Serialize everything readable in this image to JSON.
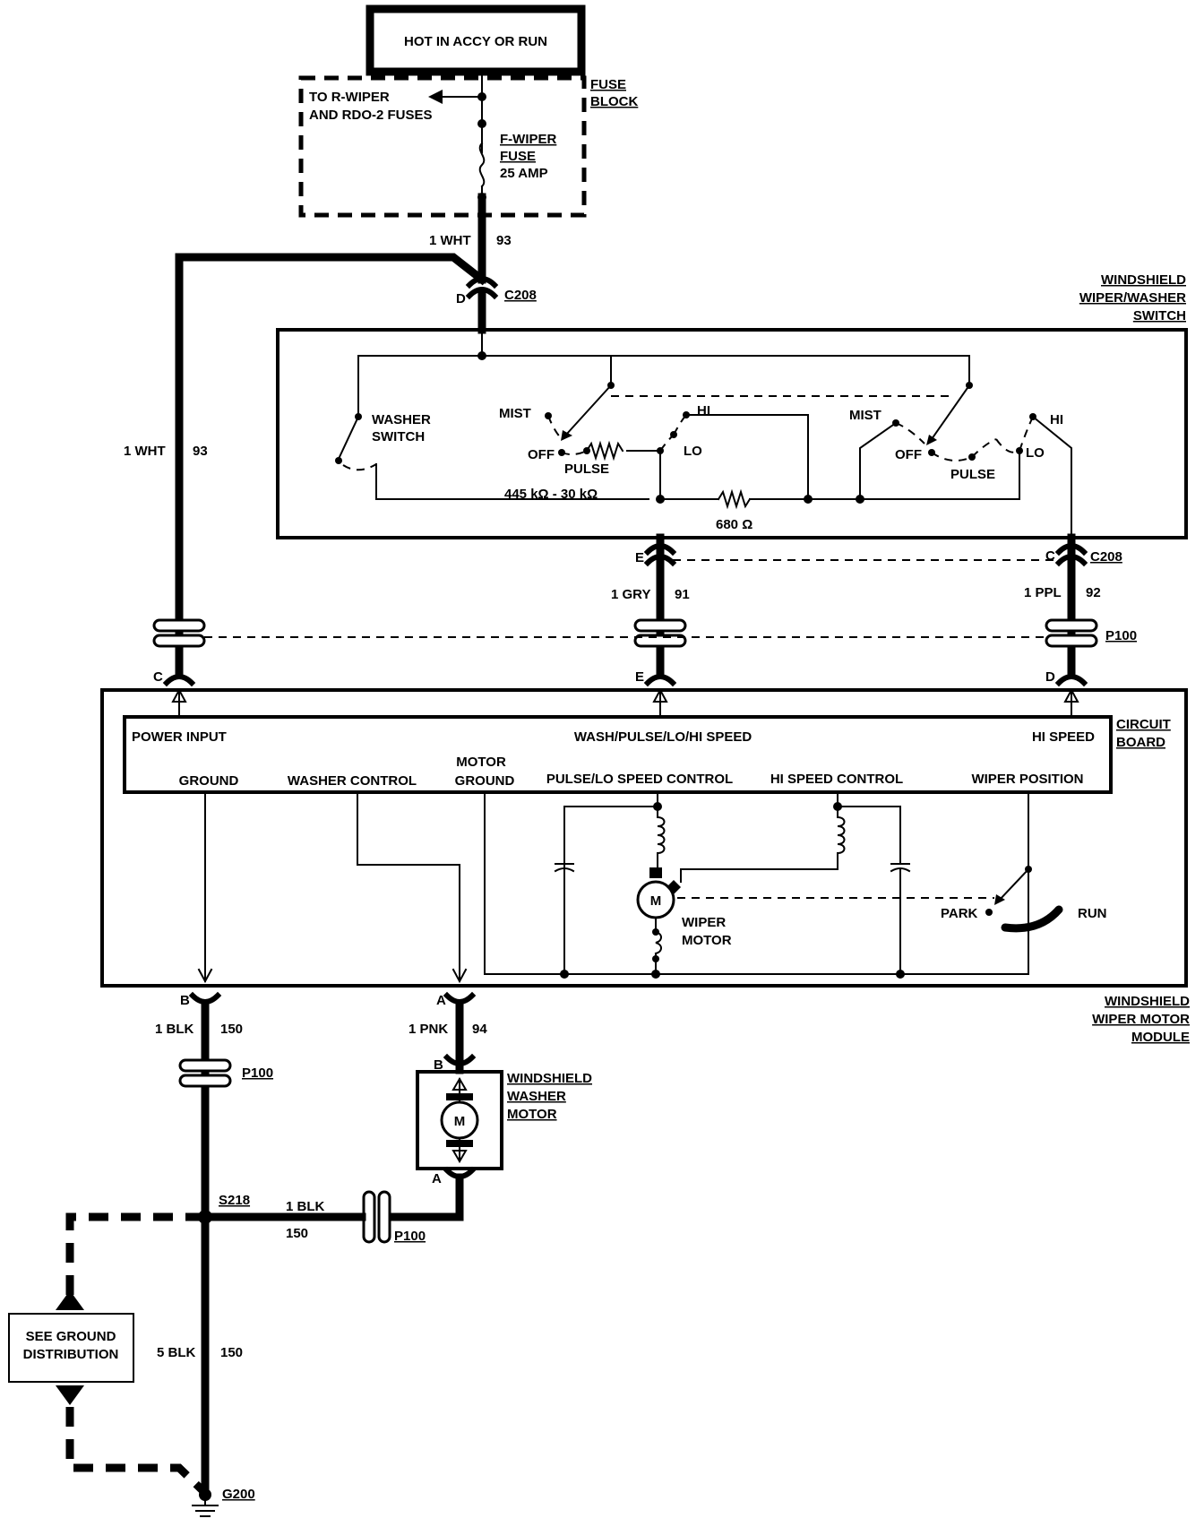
{
  "power": {
    "label": "HOT IN ACCY OR RUN"
  },
  "fuse_block": {
    "title_l1": "FUSE",
    "title_l2": "BLOCK",
    "to_fuses_l1": "TO R-WIPER",
    "to_fuses_l2": "AND RDO-2 FUSES",
    "fuse_l1": "F-WIPER",
    "fuse_l2": "FUSE",
    "fuse_l3": "25 AMP"
  },
  "wires": {
    "w93_size": "1 WHT",
    "w93_num": "93",
    "w91_size": "1 GRY",
    "w91_num": "91",
    "w92_size": "1 PPL",
    "w92_num": "92",
    "w150_size": "1 BLK",
    "w150_num": "150",
    "w94_size": "1 PNK",
    "w94_num": "94",
    "w150b_size": "1 BLK",
    "w150b_num": "150",
    "w150c_size": "5 BLK",
    "w150c_num": "150"
  },
  "connectors": {
    "c208": "C208",
    "p100": "P100",
    "s218": "S218",
    "g200": "G200",
    "pin_d": "D",
    "pin_e": "E",
    "pin_c": "C",
    "pin_b": "B",
    "pin_a": "A"
  },
  "switch": {
    "title_l1": "WINDSHIELD",
    "title_l2": "WIPER/WASHER",
    "title_l3": "SWITCH",
    "washer_l1": "WASHER",
    "washer_l2": "SWITCH",
    "mist": "MIST",
    "off": "OFF",
    "pulse": "PULSE",
    "lo": "LO",
    "hi": "HI",
    "resistor1": "445 kΩ - 30 kΩ",
    "resistor2": "680 Ω"
  },
  "module": {
    "title_l1": "WINDSHIELD",
    "title_l2": "WIPER MOTOR",
    "title_l3": "MODULE",
    "board_l1": "CIRCUIT",
    "board_l2": "BOARD",
    "power_input": "POWER INPUT",
    "wash_pulse": "WASH/PULSE/LO/HI SPEED",
    "hi_speed": "HI SPEED",
    "ground": "GROUND",
    "washer_control": "WASHER CONTROL",
    "motor_ground_l1": "MOTOR",
    "motor_ground_l2": "GROUND",
    "pulse_lo": "PULSE/LO SPEED CONTROL",
    "hi_speed_control": "HI SPEED CONTROL",
    "wiper_position": "WIPER POSITION",
    "motor_symbol": "M",
    "wiper_motor_l1": "WIPER",
    "wiper_motor_l2": "MOTOR",
    "park": "PARK",
    "run": "RUN"
  },
  "washer_motor": {
    "title_l1": "WINDSHIELD",
    "title_l2": "WASHER",
    "title_l3": "MOTOR",
    "symbol": "M"
  },
  "ground_dist": {
    "l1": "SEE GROUND",
    "l2": "DISTRIBUTION"
  }
}
